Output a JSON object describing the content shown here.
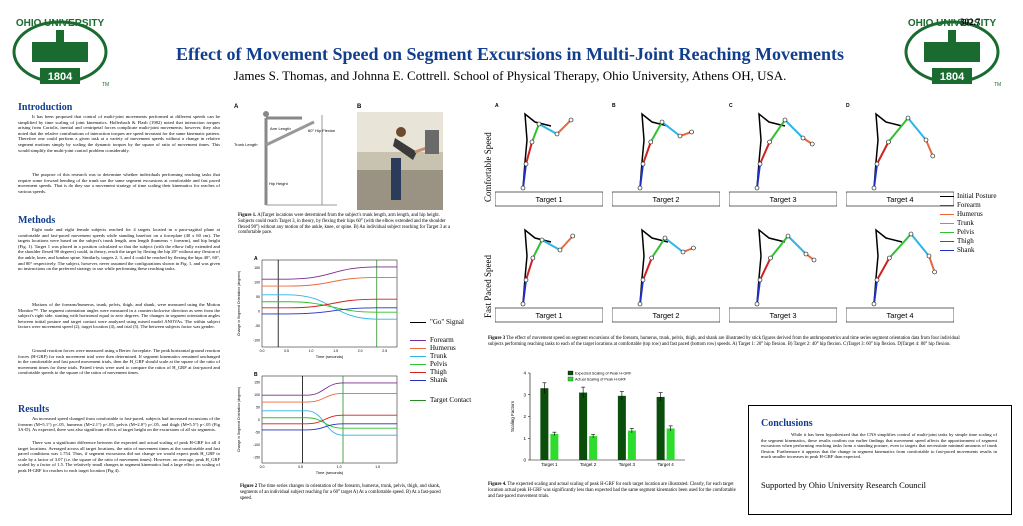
{
  "header": {
    "page_number": "302.7",
    "title": "Effect of Movement Speed on Segment Excursions in Multi-Joint Reaching Movements",
    "authors": "James S. Thomas, and Johnna E. Cottrell. School of Physical Therapy,  Ohio University,  Athens  OH, USA.",
    "logo_text": "OHIO UNIVERSITY",
    "logo_year": "1804",
    "logo_tm": "TM"
  },
  "intro": {
    "heading": "Introduction",
    "p1": "It has been proposed that control of multi-joint movements performed at different speeds can be simplified by time scaling of joint kinematics. Hollerbach & Flash (1982) noted that interaction torques arising from Coriolis, inertial and centripetal forces complicate multi-joint movements; however, they also noted that the relative contributions of interaction torques are speed invariant for the same kinematic pattern. Therefore one could perform a given task at a variety of movement speeds without a change in relative segment motions simply by scaling the dynamic torques by the square of ratio of movement times. This would simplify the multi-joint control problem considerably.",
    "p2": "The purpose of this research was to determine whether individuals performing reaching tasks that require some forward bending of the trunk use the same segment excursions at comfortable and fast paced movement speeds. That is do they use a movement strategy of time scaling their kinematics for reaches of various speeds."
  },
  "methods": {
    "heading": "Methods",
    "p1": "Eight male and eight female subjects reached for 4 targets located in a para-sagittal plane at comfortable and fast-paced movement speeds while standing barefoot on a forceplate (40 x 60 cm). The targets locations were based on the subject's trunk length, arm length (humerus + forearm), and hip height (Fig. 1). Target 1 was placed in a position calculated so that the subject (with the elbow fully extended and the shoulder flexed 90 degrees) could, in theory, reach the target by flexing the hip 20° without any flexion of the ankle, knee, and lumbar spine. Similarly, targets 2, 3, and 4 could be reached by flexing the hips 40°, 60°, and 80° respectively. The subject, however, never assumed the configurations shown in Fig. 1, and was given no instructions on the preferred strategy to use while performing these reaching tasks.",
    "p2": "Motions of the forearm/humerus, trunk, pelvis, thigh, and shank, were measured using the Motion Monitor™. The segment orientation angles were measured in a counterclockwise direction as seen from the subject's right side, starting with horizontal equal to zero degrees. The changes in segment orientation angles between initial posture and target contact were analyzed using mixed model ANOVAs. The within subject factors were movement speed (2), target location (4), and trial (5). The between subjects factor was gender.",
    "p3": "Ground reaction forces were measured using a Bertec forceplate. The peak horizontal ground reaction forces (H-GRF) for each movement trial were then determined. If segment kinematics remained unchanged in the comfortable and fast paced movement trials, then the H_GRF should scale at the square of the ratio of movement times for these trials. Paired t-tests were used to compare the ratios of H_GRF at fast-paced and comfortable speeds to the square of the ratios of movement times."
  },
  "results": {
    "heading": "Results",
    "p1": "An increased speed changed from comfortable to fast-paced, subjects had increased excursions of the forearm (M=5.1°) p<.05, humerus (M=2.1°) p<.05, pelvis (M=2.0°) p<.05, and thigh (M=5.5°) p<.05 (Fig 3A-D). As expected, there was also significant effects of target height on the excursions of all six segments.",
    "p2": "There was a significant difference between the expected and actual scaling of peak H-GRF for all 4 target locations. Averaged across all target locations, the ratio of movement times at the comfortable and fast paced conditions was 1.754. Thus, if segment excursions did not change we would expect peak H_GRF to scale by a factor of 3.07 (i.e. the square of the ratio of movement times). However, on average, peak H_GRF scaled by a factor of 1.5. The relatively small changes in segment kinematics had a large effect on scaling of peak H-GRF for reaches to each target location (Fig 4)."
  },
  "figure1": {
    "label_a": "A",
    "label_b": "B",
    "arm_length": "Arm Length",
    "trunk_length": "Trunk Length",
    "hip_height": "Hip Height",
    "angle": "60° Hip Flexion",
    "caption_bold": "Figure 1.",
    "caption": " A)Target locations were determined from the subject's trunk length, arm length, and hip height. Subjects could reach Target 3, in theory, by flexing their hips 60° (with the elbow extended and the shoulder flexed 90°) without any motion of the ankle, knee, or spine. B) An individual subject reaching for Target 3 at a comfortable pace."
  },
  "figure2": {
    "label_a": "A",
    "label_b": "B",
    "ylabel": "Change in Segment Orientation (degrees)",
    "xlabel": "Time (seconds)",
    "caption_bold": "Figure 2",
    "caption": " The time series changes in orientation of the forearm, humerus, trunk, pelvis, thigh, and shank, segments of an individual subject reaching for a 60° target A) At a comfortable speed. B) At a fast-paced speed.",
    "legend": [
      {
        "name": "\"Go\" Signal",
        "color": "#000000"
      },
      {
        "name": "Forearm",
        "color": "#7a2d8c"
      },
      {
        "name": "Humerus",
        "color": "#e8693d"
      },
      {
        "name": "Trunk",
        "color": "#2bb5e8"
      },
      {
        "name": "Pelvis",
        "color": "#30c030"
      },
      {
        "name": "Thigh",
        "color": "#d02020"
      },
      {
        "name": "Shank",
        "color": "#2030c0"
      },
      {
        "name": "Target Contact",
        "color": "#2a8a2a"
      }
    ],
    "plot_a": {
      "yticks": [
        "150",
        "100",
        "50",
        "0",
        "-50",
        "-100"
      ],
      "xticks": [
        "0.0",
        "0.5",
        "1.0",
        "1.5",
        "2.0",
        "2.5"
      ]
    },
    "plot_b": {
      "yticks": [
        "150",
        "100",
        "50",
        "0",
        "-50",
        "-100",
        "-150"
      ],
      "xticks": [
        "0.0",
        "0.5",
        "1.0",
        "1.5"
      ]
    }
  },
  "figure3": {
    "labels": [
      "A",
      "B",
      "C",
      "D"
    ],
    "row1_label": "Comfortable Speed",
    "row2_label": "Fast Paced Speed",
    "targets": [
      "Target 1",
      "Target 2",
      "Target 3",
      "Target 4"
    ],
    "legend": [
      {
        "name": "Initial Posture",
        "color": "#000000"
      },
      {
        "name": "Forearm",
        "color": "#7a2d8c"
      },
      {
        "name": "Humerus",
        "color": "#e8693d"
      },
      {
        "name": "Trunk",
        "color": "#2bb5e8"
      },
      {
        "name": "Pelvis",
        "color": "#30c030"
      },
      {
        "name": "Thigh",
        "color": "#d02020"
      },
      {
        "name": "Shank",
        "color": "#2030c0"
      }
    ],
    "caption_bold": "Figure 3",
    "caption": " The effect of movement speed on segment excursions of the forearm, humerus, trunk, pelvis, thigh, and shank are illustrated by stick figures derived from the anthropometrics and time series segment orientation data from four individual subjects performing reaching tasks to each of the target locations at comfortable (top row) and fast paced (bottom row) speeds. A) Target 1: 20° hip flexion. B) Target 2: 40° hip flexion. C)Target 3: 60° hip flexion. D)Target 4: 80° hip flexion."
  },
  "figure4": {
    "caption_bold": "Figure 4.",
    "caption": " The expected scaling and actual scaling of peak H-GRF for each target location are illustrated. Clearly, for each target location actual peak H-GRF was significantly less than expected had the same segment kinematics been used for the comfortable and fast-paced movement trials."
  },
  "chart_data": {
    "type": "bar",
    "categories": [
      "Target 1",
      "Target 2",
      "Target 3",
      "Target 4"
    ],
    "series": [
      {
        "name": "Expected Scaling of Peak H-GRF",
        "values": [
          3.3,
          3.1,
          2.95,
          2.9
        ],
        "errors": [
          0.25,
          0.25,
          0.2,
          0.2
        ],
        "color": "#0b4d0b"
      },
      {
        "name": "Actual Scaling of Peak H-GRF",
        "values": [
          1.2,
          1.1,
          1.35,
          1.45
        ],
        "errors": [
          0.08,
          0.08,
          0.1,
          0.12
        ],
        "color": "#2ddc2d"
      }
    ],
    "ylabel": "Scaling Factors",
    "ylim": [
      0,
      4
    ],
    "yticks": [
      0,
      1,
      2,
      3,
      4
    ]
  },
  "conclusions": {
    "heading": "Conclusions",
    "p1": "While it has been hypothesized that the CNS simplifies control of multi-joint tasks by simple time scaling of the segment kinematics, these results confirm our earlier findings that movement speed affects the apportionment of segment excursions when performing reaching tasks from a standing posture, even to targets that necessitate minimal amounts of trunk flexion. Furthermore it appears that the change in segment kinematics from comfortable to fast-paced movements results in much smaller increases in peak H-GRF than expected.",
    "support": "Supported by Ohio University Research Council"
  }
}
